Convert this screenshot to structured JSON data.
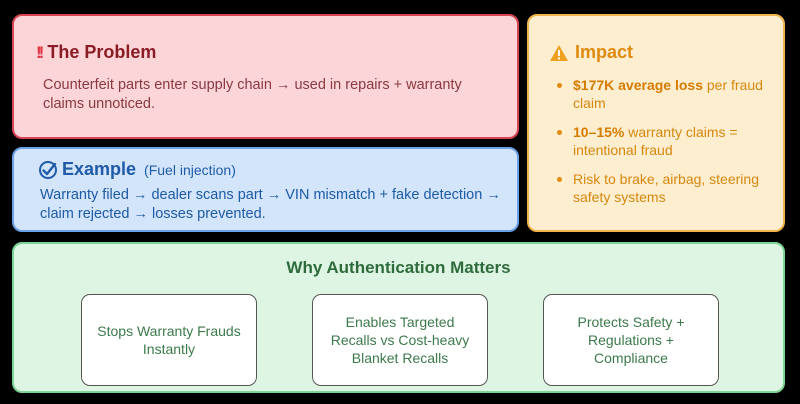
{
  "problem": {
    "icon": "double-exclamation-icon",
    "icon_glyph": "!!",
    "title": "The Problem",
    "body": "Counterfeit parts enter supply chain → used in repairs + warranty claims unnoticed."
  },
  "example": {
    "icon": "check-circle-icon",
    "title": "Example",
    "subtitle": "(Fuel injection)",
    "body": "Warranty filed → dealer scans part → VIN mismatch + fake detection → claim rejected → losses prevented."
  },
  "impact": {
    "icon": "warning-triangle-icon",
    "title": "Impact",
    "items": [
      {
        "bold": "$177K average loss",
        "rest": " per fraud claim"
      },
      {
        "bold": "10–15%",
        "rest": " warranty claims = intentional fraud"
      },
      {
        "bold": "",
        "rest": "Risk to brake, airbag, steering safety systems"
      }
    ]
  },
  "why": {
    "heading": "Why Authentication Matters",
    "boxes": [
      "Stops Warranty Frauds Instantly",
      "Enables Targeted Recalls vs Cost-heavy Blanket Recalls",
      "Protects Safety + Regulations + Compliance"
    ]
  },
  "colors": {
    "problem_bg": "#fbd5d8",
    "problem_border": "#d94452",
    "example_bg": "#d3e5fb",
    "example_border": "#6aa1e8",
    "impact_bg": "#fdeecf",
    "impact_border": "#f0b54b",
    "why_bg": "#ddf5e2",
    "why_border": "#7dd494"
  }
}
